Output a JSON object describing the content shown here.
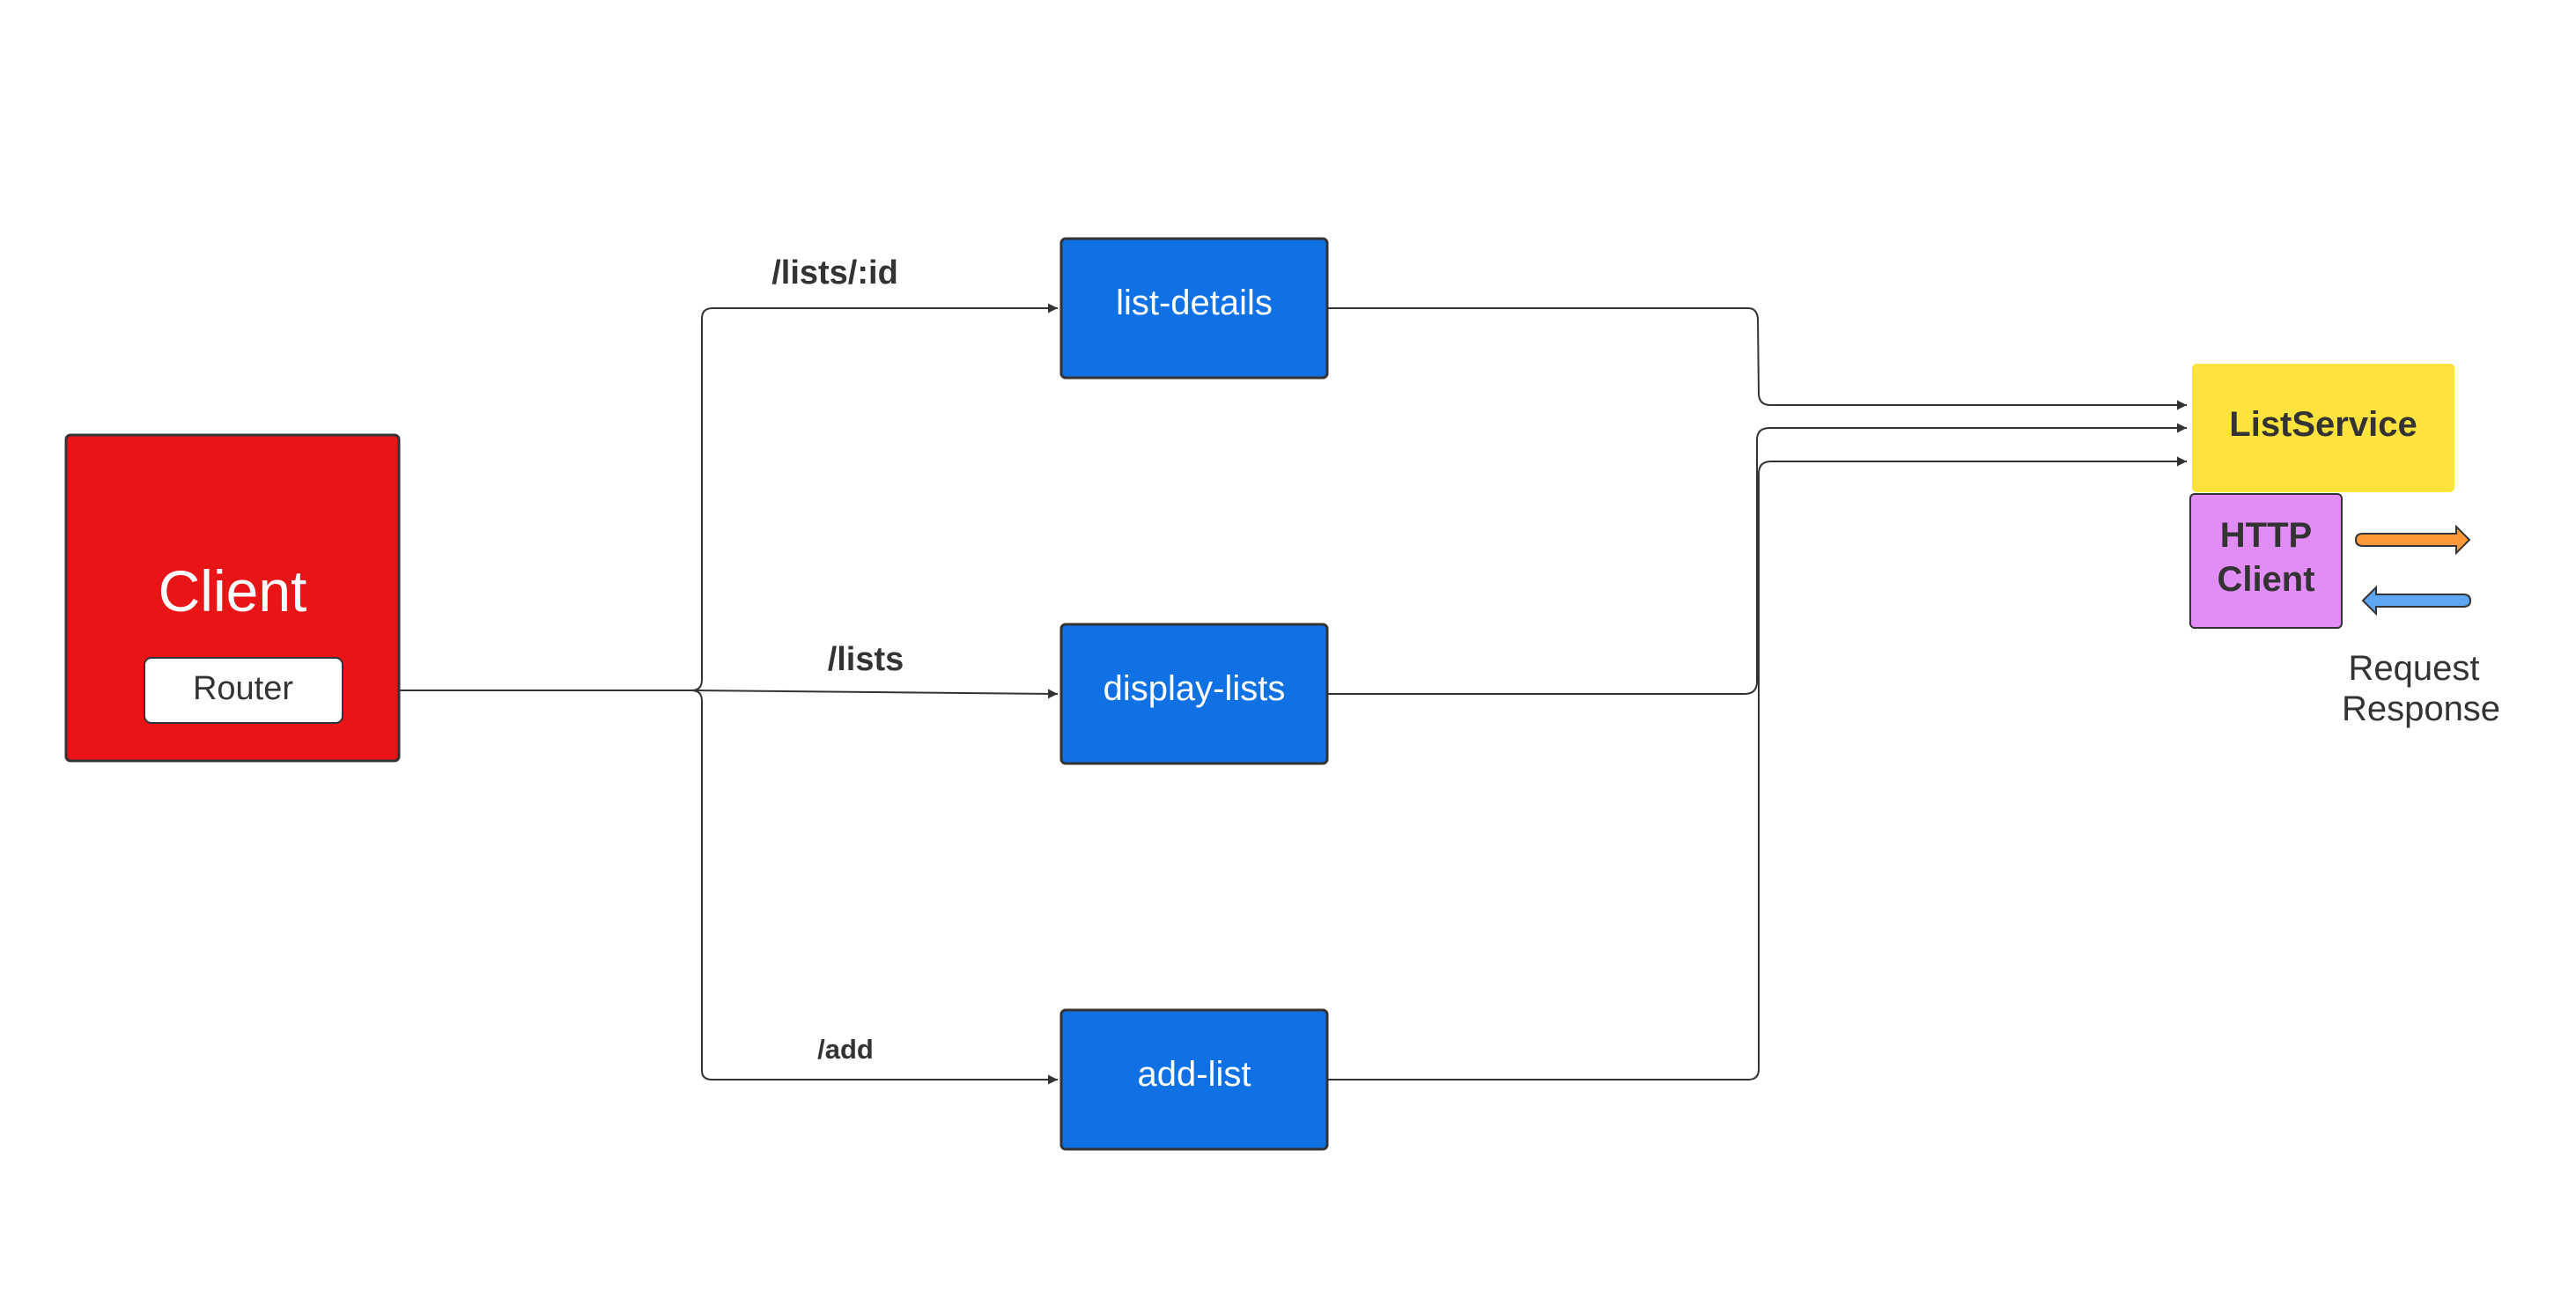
{
  "nodes": {
    "client": {
      "label": "Client",
      "color": "#e81416"
    },
    "router": {
      "label": "Router"
    },
    "list_details": {
      "label": "list-details",
      "color": "#1071e5"
    },
    "display_lists": {
      "label": "display-lists",
      "color": "#1071e5"
    },
    "add_list": {
      "label": "add-list",
      "color": "#1071e5"
    },
    "list_service": {
      "label": "ListService",
      "color": "#ffe33d"
    },
    "http_client": {
      "label_line1": "HTTP",
      "label_line2": "Client",
      "color": "#e28cf5"
    }
  },
  "routes": {
    "details": "/lists/:id",
    "lists": "/lists",
    "add": "/add"
  },
  "legend": {
    "request": {
      "label": "Request",
      "color": "#ff9838"
    },
    "response": {
      "label": "Response",
      "color": "#5ea6f0"
    }
  }
}
